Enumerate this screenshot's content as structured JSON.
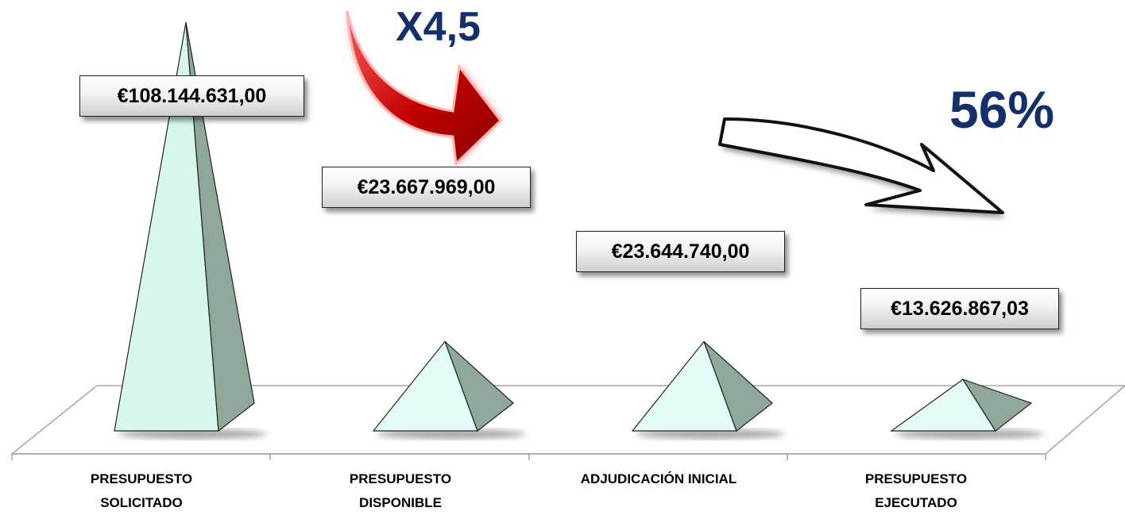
{
  "chart_data": {
    "type": "bar",
    "style": "3d-pyramid",
    "categories": [
      "PRESUPUESTO SOLICITADO",
      "PRESUPUESTO DISPONIBLE",
      "ADJUDICACIÓN INICIAL",
      "PRESUPUESTO EJECUTADO"
    ],
    "category_lines": [
      [
        "PRESUPUESTO",
        "SOLICITADO"
      ],
      [
        "PRESUPUESTO",
        "DISPONIBLE"
      ],
      [
        "ADJUDICACIÓN INICIAL"
      ],
      [
        "PRESUPUESTO",
        "EJECUTADO"
      ]
    ],
    "values": [
      108144631.0,
      23667969.0,
      23644740.0,
      13626867.03
    ],
    "data_labels": [
      "€108.144.631,00",
      "€23.667.969,00",
      "€23.644.740,00",
      "€13.626.867,03"
    ],
    "annotations": [
      {
        "text": "X4,5",
        "arrow": "red curved arrow from PRESUPUESTO SOLICITADO to PRESUPUESTO DISPONIBLE"
      },
      {
        "text": "56%",
        "arrow": "white outlined arrow from ADJUDICACIÓN INICIAL to PRESUPUESTO EJECUTADO"
      }
    ],
    "title": "",
    "xlabel": "",
    "ylabel": "",
    "grid": false,
    "legend": "none",
    "colors": {
      "pyramid_front_tall": "#d6f7ea",
      "pyramid_front_short": "#e4fbf8",
      "pyramid_side": "#8fa89a",
      "floor": "#ffffff",
      "floor_border": "#a6a6a6",
      "annotation_text": "#13306b",
      "arrow_red": "#c00000"
    }
  }
}
